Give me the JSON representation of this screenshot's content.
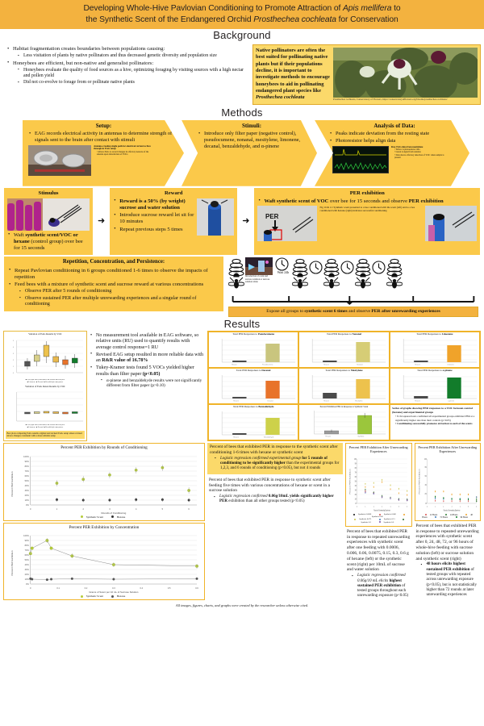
{
  "title": {
    "line1_a": "Developing Whole-Hive Pavlovian Conditioning to Promote Attraction of ",
    "line1_i": "Apis mellifera",
    "line1_b": " to",
    "line2_a": "the Synthetic Scent of the Endangered Orchid ",
    "line2_i": "Prosthechea cochleata",
    "line2_b": " for Conservation"
  },
  "sections": {
    "background": "Background",
    "methods": "Methods",
    "results": "Results"
  },
  "background": {
    "bullets": [
      {
        "text": "Habitat fragmentation creates boundaries between populations causing:",
        "sub": [
          "Less visitation of plants by native pollinators and thus decreased genetic diversity and population size"
        ]
      },
      {
        "text": "Honeybees are efficient, but non-native and generalist pollinators:",
        "sub": [
          "Honeybees evaluate the quality of food sources as a hive, optimizing foraging by visiting sources with a high nectar and pollen yield",
          "Did not co-evolve to forage from or pollinate native plants"
        ]
      }
    ],
    "callout_a": "Native pollinators are often the best suited for pollinating native plants but if their populations decline, it is important to investigate methods to encourage honeybees to aid in pollinating endangered plant species like ",
    "callout_i": "Prosthechea cochleata",
    "photo_caption": "Prosthechea cochleata, Conservatory of Flowers, https://conservatoryofflowers.org/blooms/prosthechea-cochleata/"
  },
  "methods": {
    "setup": {
      "title": "Setup:",
      "bullets": [
        "EAG records electrical activity in antennas to determine strength of signals sent to the brain after contact with stimuli"
      ],
      "note_head": "Antenna creating single path for electrical current to flow through in EAG setup:",
      "note_sub": "Allows EAG to record changes in olfactory neurons of the antenna upon introduction of VOCs"
    },
    "stimuli": {
      "title": "Stimuli:",
      "bullets": [
        "Introduce only filter paper (negative control), pseudocumene, nonanal, mesitylene, limonene, decanal, benzaldehyde, and α-pinene"
      ]
    },
    "analysis": {
      "title": "Analysis of Data:",
      "bullets": [
        "Peaks indicate deviation from the resting state",
        "Photoresistor helps align data"
      ],
      "note_head": "Raw EAG data from mesitylene",
      "note_subs": [
        "Yellow is photoresistor data",
        "Green is signal from antenna",
        "Data shows olfactory detection of VOC when sample is present"
      ]
    },
    "stimulus": {
      "title": "Stimulus",
      "bullet_a": "Waft ",
      "bullet_b": "synthetic scent/VOC or hexane",
      "bullet_c": " (control group) over bee for 15 seconds"
    },
    "reward": {
      "title": "Reward",
      "bullets": [
        {
          "bold": "Reward is a 50% (by weight) sucrose and water solution",
          "plain": ""
        },
        {
          "bold": "",
          "plain": "Introduce sucrose reward let sit for 10 minutes"
        },
        {
          "bold": "",
          "plain": "Repeat previous steps 5 times"
        }
      ]
    },
    "per": {
      "title": "PER exhibition",
      "bullet_bold": "Waft synthetic scent of VOC",
      "bullet_mid": " over bee for 15 seconds and observe ",
      "bullet_end": "PER exhibition",
      "per_label": "PER",
      "note": "Fig 10 & 11: Synthetic scent presented to a bee conditioned with the scent (left) and to a bee conditioned with hexane (right) indicates successful conditioning"
    },
    "repetition": {
      "title": "Repetition, Concentration, and Persistence:",
      "bullets": [
        {
          "text": "Repeat Pavlovian conditioning in 6 groups conditioned 1-6 times to observe the impacts of repetition",
          "sub": []
        },
        {
          "text": "Feed bees with a mixture of synthetic scent and sucrose reward at various concentrations",
          "sub": [
            "Observe PER after 5 rounds of conditioning",
            "Observe sustained PER after multiple unrewarding experiences and a singular round of conditioning"
          ]
        }
      ]
    },
    "timeline": {
      "wait_label": "Wait 24h",
      "intro_caption": "Introduction of scent and sucrose solution or sucrose solution alone",
      "expose_a": "Expose all groups to ",
      "expose_b": "synthetic scent 6 times",
      "expose_c": " and observe ",
      "expose_d": "PER after unrewarding experiences"
    }
  },
  "results": {
    "eag_box": {
      "chart1_title": "Variation of EAG Results by VOC",
      "chart2_title": "Variation of EAG Retest Results by VOC",
      "caption": "Box plots comparing EAG results original and revised EAG setup where revised shows changes consistent with a more reliable setup",
      "legend": [
        "Filter paper",
        "Pseudocumene",
        "Nonanal",
        "Mesitylene",
        "Limonene",
        "Decanal",
        "Benzaldehyde",
        "α-pinene"
      ]
    },
    "left_text": [
      {
        "plain_a": "No measurement tool available in EAG software, so relative units (RU) used to quantify results with average control response=1 RU",
        "bold": "",
        "plain_b": "",
        "sub": []
      },
      {
        "plain_a": "Revised EAG setup resulted in more reliable data with an ",
        "bold": "R&R value of 16.78%",
        "plain_b": "",
        "sub": []
      },
      {
        "plain_a": "Tukey-Kramer tests found 5 VOCs yielded higher results than filter paper ",
        "bold": "(p<0.05)",
        "plain_b": "",
        "sub": [
          "α-pinene and benzaldehyde results were not significantly different from filter paper (p>0.10)"
        ]
      }
    ],
    "per_charts": [
      {
        "title_pre": "Total PER Responses to ",
        "voc": "Pseudocumene",
        "control": 3,
        "value": 26,
        "color": "#c9c57e"
      },
      {
        "title_pre": "Total PER Responses to ",
        "voc": "Nonanal",
        "control": 3,
        "value": 29,
        "color": "#d6cd76"
      },
      {
        "title_pre": "Total PER Responses to ",
        "voc": "Limonene",
        "control": 3,
        "value": 24,
        "color": "#f0a32a"
      },
      {
        "title_pre": "Total PER Responses to ",
        "voc": "Decanal",
        "control": 3,
        "value": 25,
        "color": "#e8732a"
      },
      {
        "title_pre": "Total PER Responses to ",
        "voc": "Mesitylene",
        "control": 8,
        "value": 27,
        "color": "#edc24d"
      },
      {
        "title_pre": "Total PER Responses to ",
        "voc": "α-pinene",
        "control": 4,
        "value": 30,
        "color": "#127c2b"
      },
      {
        "title_pre": "Total PER Responses to ",
        "voc": "Benzaldehyde",
        "control": 3,
        "value": 24,
        "color": "#cdd14a"
      }
    ],
    "per_axis": {
      "ylabel": "Occurrences of PER",
      "ymax": 35,
      "cat_control": "Hexane",
      "cat_exp": "Experimental"
    },
    "synth_chart": {
      "title": "Percent Exhibition PER in Response to Synthetic Scent",
      "ylabel": "Percent Exhibition",
      "categories": [
        "Hexane",
        "Synthetic"
      ],
      "values": [
        8,
        58
      ],
      "color": "#9bc63c"
    },
    "per_summary": {
      "head": "Series of graphs showing PER responses to a VOC between control (hexane) and experimental groups",
      "bullets": [
        "8 chi squared tests confirmed all experimental groups exhibited PER at a significantly higher rate than their controls (p<0.05)",
        "Conditioning successfully promotes attraction to each of the scents"
      ]
    },
    "rounds_chart": {
      "type": "scatter",
      "title": "Percent PER Exhibition by Rounds of Conditioning",
      "xlabel": "Rounds of Conditioning",
      "ylabel": "Percent PER Exhibition",
      "xticks": [
        0,
        1,
        2,
        3,
        4,
        5,
        6
      ],
      "yticks": [
        "0%",
        "10%",
        "20%",
        "30%",
        "40%",
        "50%",
        "60%",
        "70%",
        "80%",
        "90%",
        "100%"
      ],
      "ylim": [
        0,
        100
      ],
      "series": [
        {
          "name": "Synthetic Scent",
          "color": "#b5cc3a",
          "x": [
            1,
            2,
            3,
            4,
            5,
            6
          ],
          "y": [
            45,
            53,
            62,
            72,
            77,
            30
          ]
        },
        {
          "name": "Hexane",
          "color": "#3a3a3a",
          "x": [
            1,
            2,
            3,
            4,
            5,
            6
          ],
          "y": [
            11,
            10,
            10,
            11,
            11,
            10
          ]
        }
      ]
    },
    "conc_chart": {
      "type": "line",
      "title": "Percent PER Exhibition by Concentration",
      "xlabel": "Grams of Scent per 10 mL of Sucrose Solution",
      "ylabel": "Percent PER Exhibition",
      "xticks": [
        0,
        0.1,
        0.2,
        0.3,
        0.4,
        0.5,
        0.6
      ],
      "yticks": [
        "0%",
        "10%",
        "20%",
        "30%",
        "40%",
        "50%",
        "60%",
        "70%",
        "80%",
        "90%",
        "100%"
      ],
      "ylim": [
        0,
        100
      ],
      "series": [
        {
          "name": "Synthetic Scent",
          "color": "#b5cc3a",
          "x": [
            0,
            0.006,
            0.06,
            0.075,
            0.15,
            0.3,
            0.6
          ],
          "y": [
            63,
            74,
            90,
            74,
            58,
            40,
            37
          ]
        },
        {
          "name": "Hexane",
          "color": "#6b6b6b",
          "x": [
            0,
            0.006,
            0.06,
            0.075,
            0.15,
            0.3,
            0.6
          ],
          "y": [
            11,
            10,
            9,
            10,
            11,
            10,
            11
          ]
        }
      ]
    },
    "unrewarding_chart_1": {
      "type": "scatter",
      "title": "Percent PER Exhibition After Unrewarding Experiences",
      "xlabel": "Rounds of Unrewarding Experience",
      "ylabel": "Percent PER Exhibition",
      "xticks": [
        0,
        1,
        2,
        3,
        4,
        5,
        6
      ],
      "ylim": [
        0,
        100
      ],
      "legend": [
        "Synthetic 0.0006",
        "Synthetic 0.006",
        "Synthetic 0.06",
        "Synthetic 0.075",
        "Synthetic 0.15",
        "Synthetic 0.3",
        "Synthetic 0.6"
      ],
      "series": [
        {
          "name": "Synthetic 0.0006",
          "color": "#111111",
          "x": [
            1,
            2,
            3,
            4,
            5,
            6
          ],
          "y": [
            26,
            23,
            14,
            12,
            8,
            7
          ]
        },
        {
          "name": "Synthetic 0.006",
          "color": "#d9534f",
          "x": [
            1,
            2,
            3,
            4,
            5,
            6
          ],
          "y": [
            28,
            24,
            15,
            12,
            9,
            8
          ]
        },
        {
          "name": "Synthetic 0.06",
          "color": "#f0a32a",
          "x": [
            1,
            2,
            3,
            4,
            5,
            6
          ],
          "y": [
            37,
            37,
            48,
            32,
            23,
            19
          ]
        },
        {
          "name": "Synthetic 0.075",
          "color": "#c9c64a",
          "x": [
            1,
            2,
            3,
            4,
            5,
            6
          ],
          "y": [
            44,
            46,
            53,
            41,
            33,
            28
          ]
        },
        {
          "name": "Synthetic 0.15",
          "color": "#3e7dbd",
          "x": [
            1,
            2,
            3,
            4,
            5,
            6
          ],
          "y": [
            24,
            22,
            15,
            11,
            9,
            8
          ]
        },
        {
          "name": "Synthetic 0.3",
          "color": "#2f6b2f",
          "x": [
            1,
            2,
            3,
            4,
            5,
            6
          ],
          "y": [
            31,
            25,
            17,
            13,
            10,
            9
          ]
        },
        {
          "name": "Synthetic 0.6",
          "color": "#7b4fa0",
          "x": [
            1,
            2,
            3,
            4,
            5,
            6
          ],
          "y": [
            25,
            22,
            14,
            11,
            8,
            7
          ]
        }
      ]
    },
    "unrewarding_chart_2": {
      "type": "scatter",
      "title": "Percent PER Exhibition After Unrewarding Experiences",
      "xlabel": "Rounds of Unrewarding Experience",
      "ylabel": "Percent PER Exhibition",
      "xticks": [
        0,
        1,
        2,
        3,
        4,
        5,
        6
      ],
      "ylim": [
        0,
        100
      ],
      "legend": [
        "12 Hours",
        "24 Hours",
        "48 Hours",
        "72 Hours",
        "96 Hours"
      ],
      "series": [
        {
          "name": "12 Hours",
          "color": "#d9534f",
          "x": [
            1,
            2,
            3,
            4,
            5,
            6
          ],
          "y": [
            6,
            5,
            5,
            5,
            5,
            5
          ]
        },
        {
          "name": "24 Hours",
          "color": "#2f7d32",
          "x": [
            1,
            2,
            3,
            4,
            5,
            6
          ],
          "y": [
            15,
            12,
            10,
            9,
            9,
            9
          ]
        },
        {
          "name": "48 Hours",
          "color": "#f0a32a",
          "x": [
            1,
            2,
            3,
            4,
            5,
            6
          ],
          "y": [
            27,
            27,
            20,
            20,
            20,
            14
          ]
        },
        {
          "name": "72 Hours",
          "color": "#3e7dbd",
          "x": [
            1,
            2,
            3,
            4,
            5,
            6
          ],
          "y": [
            11,
            10,
            10,
            10,
            10,
            14
          ]
        },
        {
          "name": "96 Hours",
          "color": "#127c2b",
          "x": [
            1,
            2,
            3,
            4,
            5,
            6
          ],
          "y": [
            15,
            12,
            10,
            9,
            9,
            5
          ]
        }
      ]
    },
    "rounds_text": {
      "lead": "Percent of bees that exhibited PER in response to the synthetic scent after conditioning 1-6 times with hexane or synthetic scent",
      "sub_a": "Logistic regression confirmed experimental group ",
      "sub_b": "for 5 rounds of conditioning to be significantly higher",
      "sub_c": " than the experimental groups for 1,2,3, and 6 rounds of conditioning (p<0.05), but not 4 rounds"
    },
    "conc_text": {
      "lead": "Percent of bees that exhibited PER in response to synthetic scent after feeding five times with various concentrations of hexane or scent in a sucrose solution",
      "sub_a": "Logistic regression confirmed ",
      "sub_b": "0.06g/10mL yields significantly higher PER",
      "sub_c": " exhibition than all other groups tested (p<0.05)"
    },
    "unrew_text_1": {
      "lead": "Percent of bees that exhibited PER in response to repeated unrewarding experiences with synthetic scent after one feeding with 0.0006, 0.006, 0.06, 0.0075, 0.15, 0.3, 0.6 g of hexane (left) or the synthetic scent (right) per 10mL of sucrose and water solution",
      "sub_a": "Logistic regression confirmed 0.06g/10 mL elicits ",
      "sub_b": "highest sustained PER exhibition",
      "sub_c": " of tested groups throughout each unrewarding exposure (p<0.05)"
    },
    "unrew_text_2": {
      "lead": "Percent of bees that exhibited PER in response to repeated unrewarding experiences with synthetic scent after 0, 24, 48, 72, or 96 hours of whole-hive feeding with sucrose solution (left) or sucrose solution and synthetic scent (right)",
      "sub_a": "",
      "sub_b": "48 hours elicits highest sustained PER exhibition",
      "sub_c": " of tested groups with repeated across unrewarding exposure (p<0.05), but is not statistically higher than 72 rounds at later unrewarding experiences"
    }
  },
  "footer": "All images, figures, charts, and graphs were created by the researcher unless otherwise cited."
}
